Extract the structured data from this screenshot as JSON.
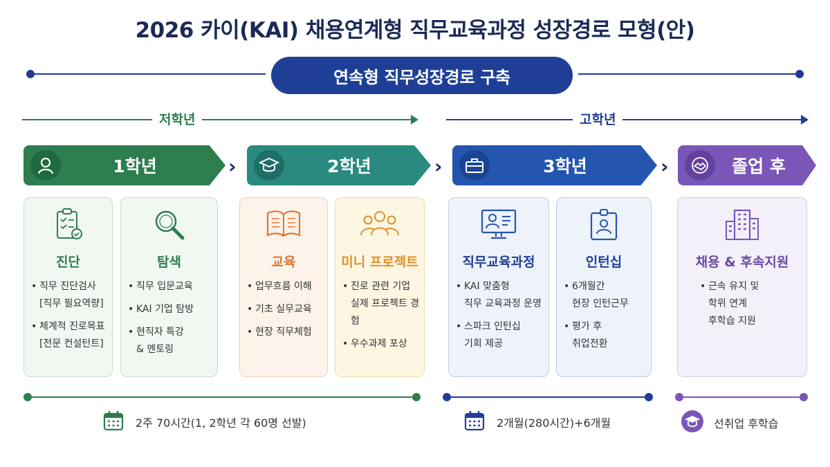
{
  "title": "2026 카이(KAI) 채용연계형 직무교육과정 성장경로 모형(안)",
  "subtitle": "연속형 직무성장경로 구축",
  "ranges": {
    "low": "저학년",
    "high": "고학년"
  },
  "colors": {
    "green": "#2e7d4f",
    "teal": "#2a8a80",
    "blue": "#2456b0",
    "purple": "#7a56b8",
    "navy": "#1f3f97",
    "orange": "#e0762a"
  },
  "stages": [
    {
      "label": "1학년",
      "icon": "person-icon"
    },
    {
      "label": "2학년",
      "icon": "graduation-cap-icon"
    },
    {
      "label": "3학년",
      "icon": "briefcase-icon"
    },
    {
      "label": "졸업 후",
      "icon": "handshake-icon"
    }
  ],
  "cards": [
    {
      "title": "진단",
      "icon": "clipboard-check-icon",
      "items": [
        [
          "직무 진단검사",
          "[직무 필요역량]"
        ],
        [
          "체계적 진로목표",
          "[전문 컨설턴트]"
        ]
      ]
    },
    {
      "title": "탐색",
      "icon": "magnifier-icon",
      "items": [
        [
          "직무 입문교육"
        ],
        [
          "KAI 기업 탐방"
        ],
        [
          "현직자 특강",
          "& 멘토링"
        ]
      ]
    },
    {
      "title": "교육",
      "icon": "open-book-icon",
      "items": [
        [
          "업무흐름 이해"
        ],
        [
          "기초 실무교육"
        ],
        [
          "현장 직무체험"
        ]
      ]
    },
    {
      "title": "미니 프로젝트",
      "icon": "team-icon",
      "items": [
        [
          "진로 관련 기업",
          "실제 프로젝트 경험"
        ],
        [
          "우수과제 포상"
        ]
      ]
    },
    {
      "title": "직무교육과정",
      "icon": "online-training-icon",
      "items": [
        [
          "KAI 맞춤형",
          "직무 교육과정 운영"
        ],
        [
          "스파크 인턴십",
          "기회 제공"
        ]
      ]
    },
    {
      "title": "인턴십",
      "icon": "id-badge-icon",
      "items": [
        [
          "6개월간",
          "현장 인턴근무"
        ],
        [
          "평가 후",
          "취업전환"
        ]
      ]
    },
    {
      "title": "채용 & 후속지원",
      "icon": "office-building-icon",
      "items": [
        [
          "근속 유지 및",
          "학위 연계",
          "후학습 지원"
        ]
      ]
    }
  ],
  "footer": [
    {
      "text": "2주 70시간(1, 2학년 각 60명 선발)",
      "icon": "calendar-icon"
    },
    {
      "text": "2개월(280시간)+6개월",
      "icon": "calendar-icon"
    },
    {
      "text": "선취업 후학습",
      "icon": "graduation-cap-icon"
    }
  ]
}
